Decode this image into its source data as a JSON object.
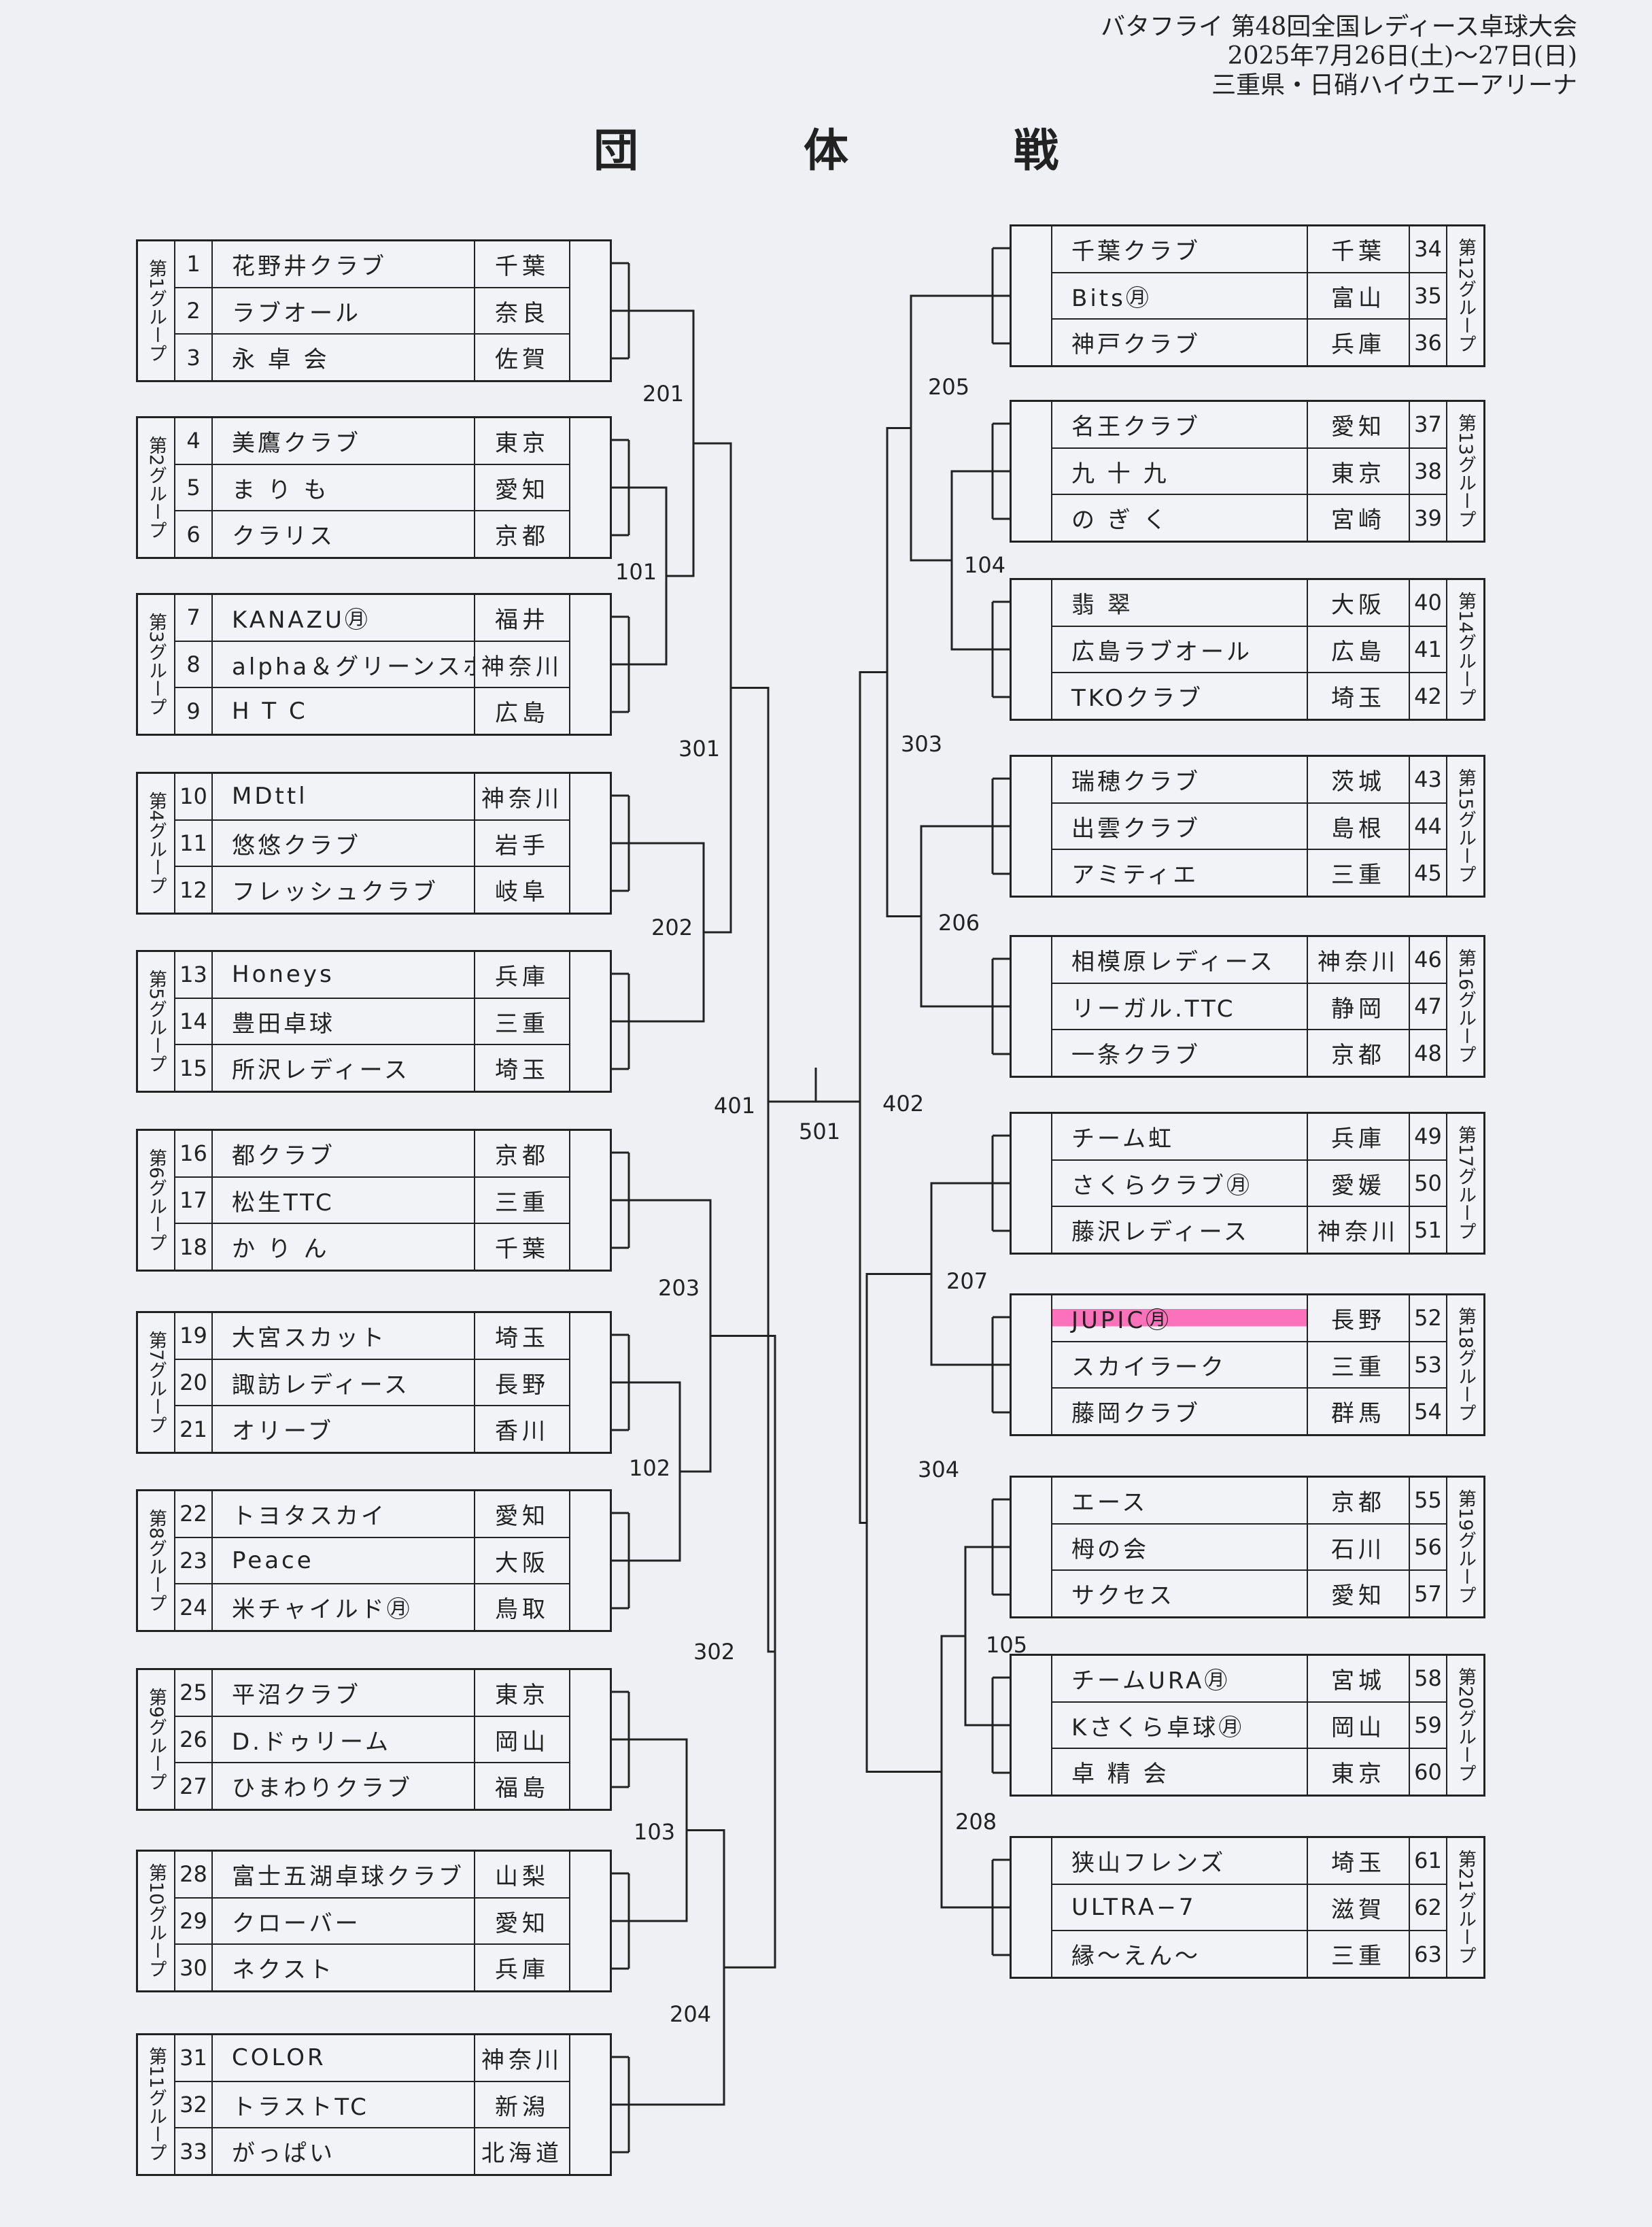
{
  "header": {
    "line1": "バタフライ 第48回全国レディース卓球大会",
    "line2": "2025年7月26日(土)～27日(日)",
    "line3": "三重県・日硝ハイウエーアリーナ"
  },
  "title": "団 体 戦",
  "left_groups": [
    {
      "label": "第1グループ",
      "teams": [
        {
          "no": "1",
          "name": "花野井クラブ",
          "pref": "千葉"
        },
        {
          "no": "2",
          "name": "ラブオール",
          "pref": "奈良"
        },
        {
          "no": "3",
          "name": "永 卓 会",
          "pref": "佐賀"
        }
      ]
    },
    {
      "label": "第2グループ",
      "teams": [
        {
          "no": "4",
          "name": "美鷹クラブ",
          "pref": "東京"
        },
        {
          "no": "5",
          "name": "ま り も",
          "pref": "愛知"
        },
        {
          "no": "6",
          "name": "クラリス",
          "pref": "京都"
        }
      ]
    },
    {
      "label": "第3グループ",
      "teams": [
        {
          "no": "7",
          "name": "KANAZU㊊",
          "pref": "福井"
        },
        {
          "no": "8",
          "name": "alpha＆グリーンスポーツ",
          "pref": "神奈川"
        },
        {
          "no": "9",
          "name": "H T C",
          "pref": "広島"
        }
      ]
    },
    {
      "label": "第4グループ",
      "teams": [
        {
          "no": "10",
          "name": "MDttl",
          "pref": "神奈川"
        },
        {
          "no": "11",
          "name": "悠悠クラブ",
          "pref": "岩手"
        },
        {
          "no": "12",
          "name": "フレッシュクラブ",
          "pref": "岐阜"
        }
      ]
    },
    {
      "label": "第5グループ",
      "teams": [
        {
          "no": "13",
          "name": "Honeys",
          "pref": "兵庫"
        },
        {
          "no": "14",
          "name": "豊田卓球",
          "pref": "三重"
        },
        {
          "no": "15",
          "name": "所沢レディース",
          "pref": "埼玉"
        }
      ]
    },
    {
      "label": "第6グループ",
      "teams": [
        {
          "no": "16",
          "name": "都クラブ",
          "pref": "京都"
        },
        {
          "no": "17",
          "name": "松生TTC",
          "pref": "三重"
        },
        {
          "no": "18",
          "name": "か り ん",
          "pref": "千葉"
        }
      ]
    },
    {
      "label": "第7グループ",
      "teams": [
        {
          "no": "19",
          "name": "大宮スカット",
          "pref": "埼玉"
        },
        {
          "no": "20",
          "name": "諏訪レディース",
          "pref": "長野"
        },
        {
          "no": "21",
          "name": "オリーブ",
          "pref": "香川"
        }
      ]
    },
    {
      "label": "第8グループ",
      "teams": [
        {
          "no": "22",
          "name": "トヨタスカイ",
          "pref": "愛知"
        },
        {
          "no": "23",
          "name": "Peace",
          "pref": "大阪"
        },
        {
          "no": "24",
          "name": "米チャイルド㊊",
          "pref": "鳥取"
        }
      ]
    },
    {
      "label": "第9グループ",
      "teams": [
        {
          "no": "25",
          "name": "平沼クラブ",
          "pref": "東京"
        },
        {
          "no": "26",
          "name": "D.ドゥリーム",
          "pref": "岡山"
        },
        {
          "no": "27",
          "name": "ひまわりクラブ",
          "pref": "福島"
        }
      ]
    },
    {
      "label": "第10グループ",
      "teams": [
        {
          "no": "28",
          "name": "富士五湖卓球クラブ",
          "pref": "山梨"
        },
        {
          "no": "29",
          "name": "クローバー",
          "pref": "愛知"
        },
        {
          "no": "30",
          "name": "ネクスト",
          "pref": "兵庫"
        }
      ]
    },
    {
      "label": "第11グループ",
      "teams": [
        {
          "no": "31",
          "name": "COLOR",
          "pref": "神奈川"
        },
        {
          "no": "32",
          "name": "トラストTC",
          "pref": "新潟"
        },
        {
          "no": "33",
          "name": "がっぱい",
          "pref": "北海道"
        }
      ]
    }
  ],
  "right_groups": [
    {
      "label": "第12グループ",
      "teams": [
        {
          "no": "34",
          "name": "千葉クラブ",
          "pref": "千葉"
        },
        {
          "no": "35",
          "name": "Bits㊊",
          "pref": "富山"
        },
        {
          "no": "36",
          "name": "神戸クラブ",
          "pref": "兵庫"
        }
      ]
    },
    {
      "label": "第13グループ",
      "teams": [
        {
          "no": "37",
          "name": "名王クラブ",
          "pref": "愛知"
        },
        {
          "no": "38",
          "name": "九 十 九",
          "pref": "東京"
        },
        {
          "no": "39",
          "name": "の ぎ く",
          "pref": "宮崎"
        }
      ]
    },
    {
      "label": "第14グループ",
      "teams": [
        {
          "no": "40",
          "name": "翡 翠",
          "pref": "大阪"
        },
        {
          "no": "41",
          "name": "広島ラブオール",
          "pref": "広島"
        },
        {
          "no": "42",
          "name": "TKOクラブ",
          "pref": "埼玉"
        }
      ]
    },
    {
      "label": "第15グループ",
      "teams": [
        {
          "no": "43",
          "name": "瑞穂クラブ",
          "pref": "茨城"
        },
        {
          "no": "44",
          "name": "出雲クラブ",
          "pref": "島根"
        },
        {
          "no": "45",
          "name": "アミティエ",
          "pref": "三重"
        }
      ]
    },
    {
      "label": "第16グループ",
      "teams": [
        {
          "no": "46",
          "name": "相模原レディース",
          "pref": "神奈川"
        },
        {
          "no": "47",
          "name": "リーガル.TTC",
          "pref": "静岡"
        },
        {
          "no": "48",
          "name": "一条クラブ",
          "pref": "京都"
        }
      ]
    },
    {
      "label": "第17グループ",
      "teams": [
        {
          "no": "49",
          "name": "チーム虹",
          "pref": "兵庫"
        },
        {
          "no": "50",
          "name": "さくらクラブ㊊",
          "pref": "愛媛"
        },
        {
          "no": "51",
          "name": "藤沢レディース",
          "pref": "神奈川"
        }
      ]
    },
    {
      "label": "第18グループ",
      "teams": [
        {
          "no": "52",
          "name": "JUPIC㊊",
          "pref": "長野",
          "highlight": true
        },
        {
          "no": "53",
          "name": "スカイラーク",
          "pref": "三重"
        },
        {
          "no": "54",
          "name": "藤岡クラブ",
          "pref": "群馬"
        }
      ]
    },
    {
      "label": "第19グループ",
      "teams": [
        {
          "no": "55",
          "name": "エース",
          "pref": "京都"
        },
        {
          "no": "56",
          "name": "栂の会",
          "pref": "石川"
        },
        {
          "no": "57",
          "name": "サクセス",
          "pref": "愛知"
        }
      ]
    },
    {
      "label": "第20グループ",
      "teams": [
        {
          "no": "58",
          "name": "チームURA㊊",
          "pref": "宮城"
        },
        {
          "no": "59",
          "name": "Kさくら卓球㊊",
          "pref": "岡山"
        },
        {
          "no": "60",
          "name": "卓 精 会",
          "pref": "東京"
        }
      ]
    },
    {
      "label": "第21グループ",
      "teams": [
        {
          "no": "61",
          "name": "狭山フレンズ",
          "pref": "埼玉"
        },
        {
          "no": "62",
          "name": "ULTRA−7",
          "pref": "滋賀"
        },
        {
          "no": "63",
          "name": "縁～えん～",
          "pref": "三重"
        }
      ]
    }
  ],
  "matches": {
    "m101": "101",
    "m102": "102",
    "m103": "103",
    "m104": "104",
    "m105": "105",
    "m201": "201",
    "m202": "202",
    "m203": "203",
    "m204": "204",
    "m205": "205",
    "m206": "206",
    "m207": "207",
    "m208": "208",
    "m301": "301",
    "m302": "302",
    "m303": "303",
    "m304": "304",
    "m401": "401",
    "m402": "402",
    "m501": "501"
  },
  "colors": {
    "highlight": "#ff3ca0",
    "ink": "#222222",
    "paper": "#eef0f4"
  }
}
